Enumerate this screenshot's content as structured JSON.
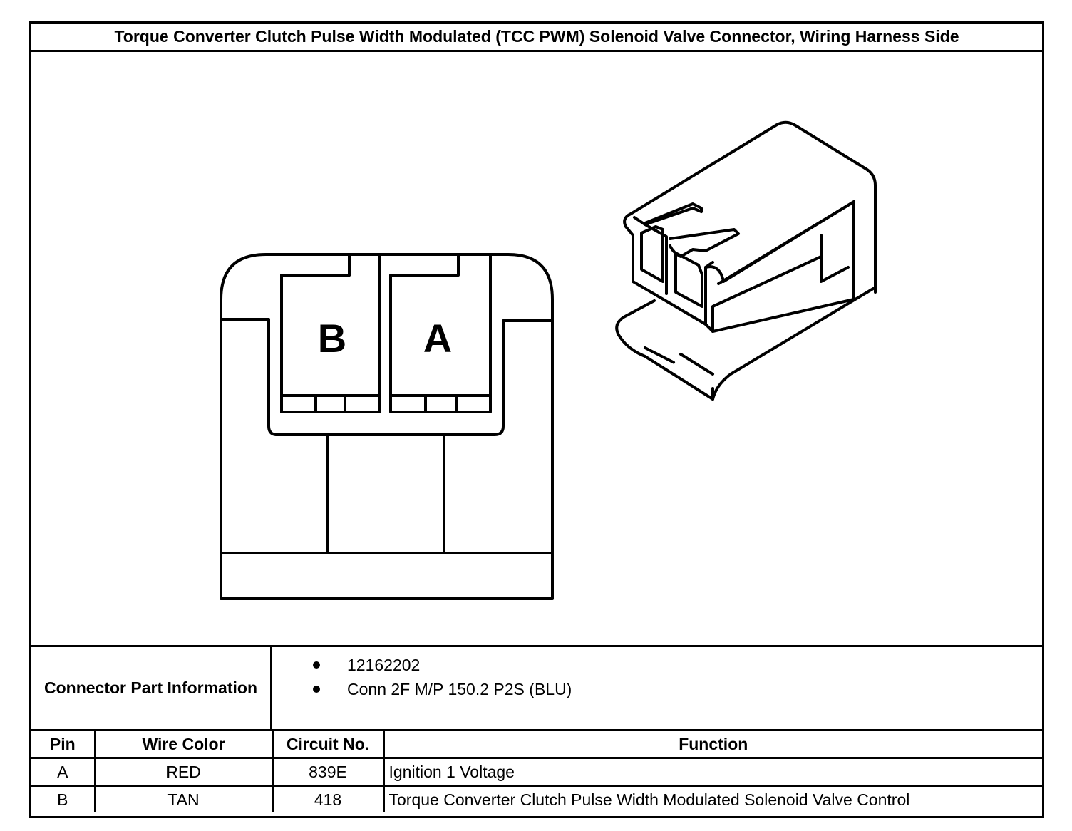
{
  "title": "Torque Converter Clutch Pulse Width Modulated (TCC PWM) Solenoid Valve Connector, Wiring Harness Side",
  "diagram": {
    "cavity_labels": [
      "B",
      "A"
    ]
  },
  "connector_info": {
    "label": "Connector Part Information",
    "items": [
      "12162202",
      "Conn 2F M/P 150.2 P2S (BLU)"
    ]
  },
  "table": {
    "headers": {
      "pin": "Pin",
      "wire_color": "Wire Color",
      "circuit": "Circuit No.",
      "function": "Function"
    },
    "rows": [
      {
        "pin": "A",
        "wire_color": "RED",
        "circuit": "839E",
        "function": "Ignition 1 Voltage"
      },
      {
        "pin": "B",
        "wire_color": "TAN",
        "circuit": "418",
        "function": "Torque Converter Clutch Pulse Width Modulated Solenoid Valve Control"
      }
    ]
  }
}
